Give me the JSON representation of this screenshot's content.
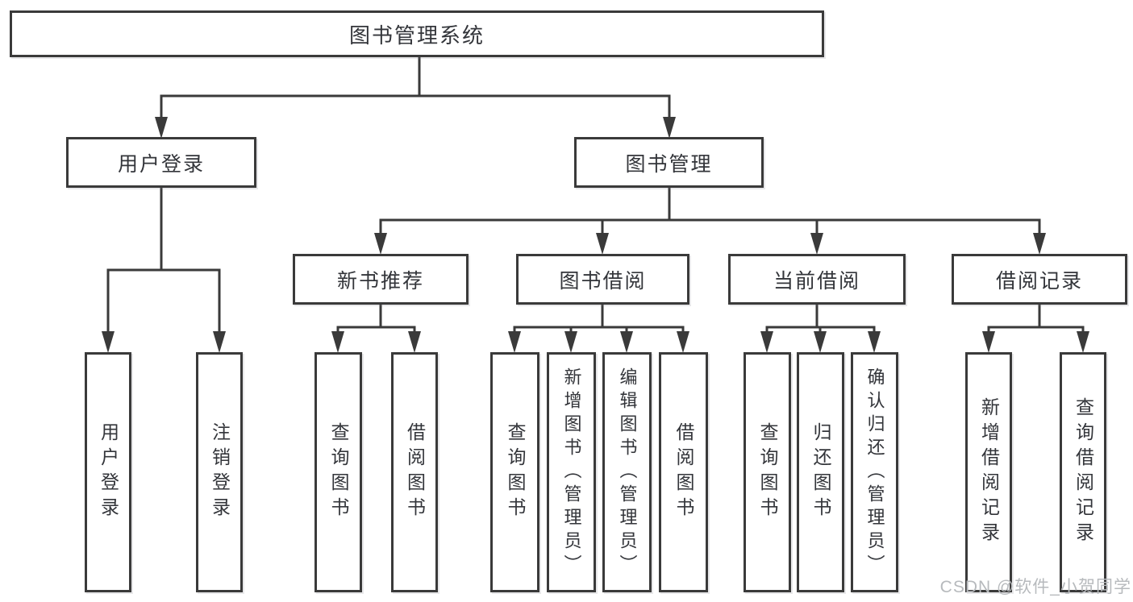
{
  "diagram_title": "图书管理系统",
  "tree": {
    "root": {
      "label": "图书管理系统"
    },
    "branches": [
      {
        "label": "用户登录",
        "leaves": [
          "用户登录",
          "注销登录"
        ]
      },
      {
        "label": "图书管理",
        "sections": [
          {
            "label": "新书推荐",
            "leaves": [
              "查询图书",
              "借阅图书"
            ]
          },
          {
            "label": "图书借阅",
            "leaves": [
              "查询图书",
              "新增图书（管理员）",
              "编辑图书（管理员）",
              "借阅图书"
            ]
          },
          {
            "label": "当前借阅",
            "leaves": [
              "查询图书",
              "归还图书",
              "确认归还（管理员）"
            ]
          },
          {
            "label": "借阅记录",
            "leaves": [
              "新增借阅记录",
              "查询借阅记录"
            ]
          }
        ]
      }
    ]
  },
  "watermark": {
    "text": "CSDN @软件_小贺同学"
  },
  "colors": {
    "line": "#3a3a3a",
    "box_border": "#3a3a3a",
    "text": "#33353a",
    "watermark": "#b7babd",
    "background": "#ffffff"
  }
}
